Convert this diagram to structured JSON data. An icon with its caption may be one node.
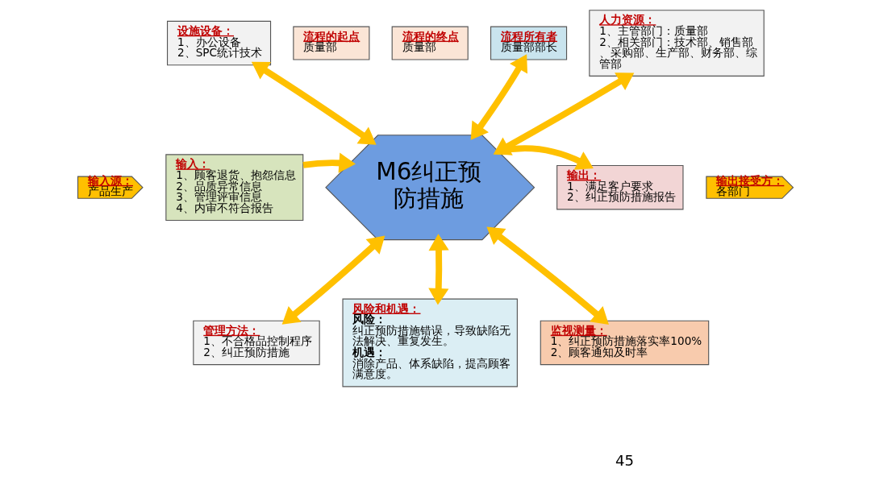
{
  "diagram": {
    "nodes": [
      {
        "text": [
          "设施设备：",
          "1、办公设备",
          "2、SPC统计技术"
        ]
      },
      {
        "text": [
          "流程的起点",
          "质量部"
        ]
      },
      {
        "text": [
          "流程的终点",
          "质量部"
        ]
      },
      {
        "text": [
          "流程所有者",
          "质量部部长"
        ]
      },
      {
        "text": [
          "人力资源：",
          "1、主管部门：质量部",
          "2、相关部门：技术部、销售部、采购部、生产部、财务部、综管部"
        ]
      },
      {
        "text": [
          "输入源：",
          "产品生产"
        ]
      },
      {
        "text": [
          "输入：",
          "1、顾客退货、抱怨信息",
          "2、品质异常信息",
          "3、管理评审信息",
          "4、内审不符合报告"
        ]
      },
      {
        "text": [
          "M6纠正预防措施"
        ]
      },
      {
        "text": [
          "输出：",
          "1、满足客户要求",
          "2、纠正预防措施报告"
        ]
      },
      {
        "text": [
          "输出接受方：",
          "各部门"
        ]
      },
      {
        "text": [
          "管理方法：",
          "1、不合格品控制程序",
          "2、纠正预防措施"
        ]
      },
      {
        "text": [
          "风险和机遇：",
          "风险：",
          "纠正预防措施错误，导致缺陷无法解决、重复发生。",
          "机遇：",
          "消除产品、体系缺陷，提高顾客满意度。"
        ]
      },
      {
        "text": [
          "监视测量：",
          "1、纠正预防措施落实率100%",
          "2、顾客通知及时率"
        ]
      }
    ],
    "edges": [
      {
        "from": 7,
        "to": 0,
        "arrow": "both"
      },
      {
        "from": 7,
        "to": 3,
        "arrow": "both"
      },
      {
        "from": 7,
        "to": 4,
        "arrow": "both"
      },
      {
        "from": 6,
        "to": 7,
        "arrow": "to"
      },
      {
        "from": 7,
        "to": 8,
        "arrow": "to"
      },
      {
        "from": 7,
        "to": 10,
        "arrow": "both"
      },
      {
        "from": 7,
        "to": 11,
        "arrow": "both"
      },
      {
        "from": 7,
        "to": 12,
        "arrow": "both"
      }
    ],
    "labels": [
      "45"
    ]
  }
}
